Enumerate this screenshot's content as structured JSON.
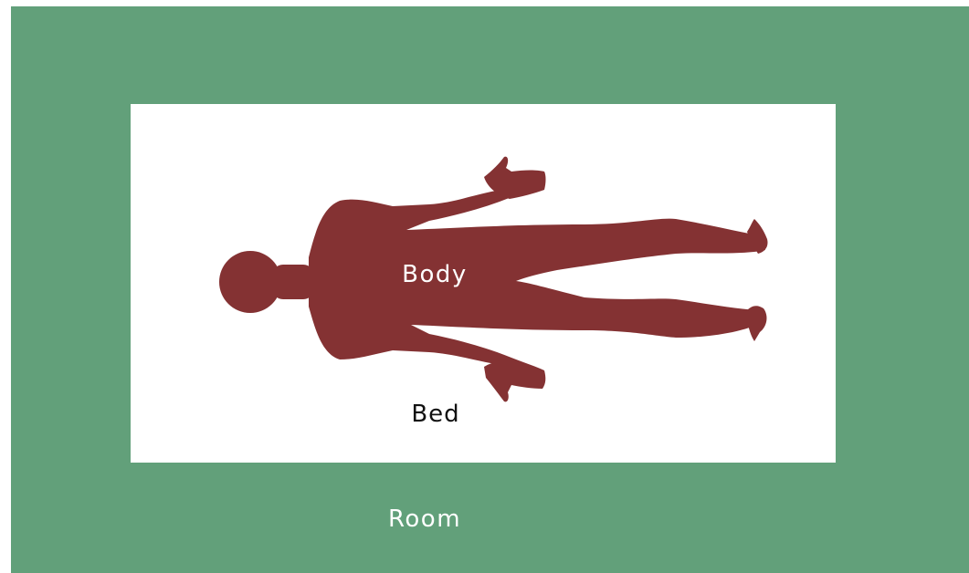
{
  "diagram": {
    "room": {
      "label": "Room",
      "color": "#62a07a"
    },
    "bed": {
      "label": "Bed",
      "color": "#ffffff"
    },
    "body": {
      "label": "Body",
      "color": "#843233",
      "icon": "human-figure-icon"
    }
  }
}
